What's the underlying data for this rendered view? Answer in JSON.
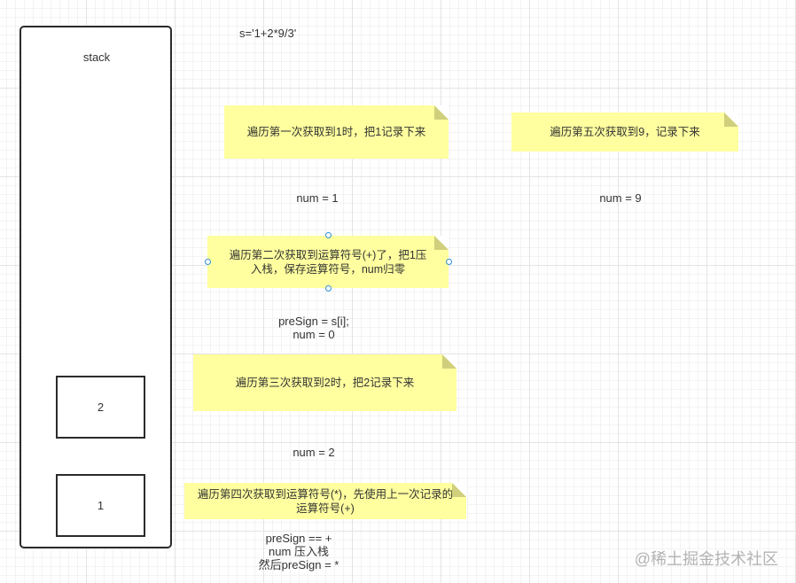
{
  "expression": "s='1+2*9/3'",
  "stack": {
    "title": "stack",
    "cells": [
      "2",
      "1"
    ]
  },
  "notes": [
    "遍历第一次获取到1时，把1记录下来",
    "遍历第五次获取到9，记录下来",
    "遍历第二次获取到运算符号(+)了，把1压入栈，保存运算符号，num归零",
    "遍历第三次获取到2时，把2记录下来",
    "遍历第四次获取到运算符号(*)，先使用上一次记录的运算符号(+)"
  ],
  "labels": {
    "num1": "num = 1",
    "num9": "num = 9",
    "presign_step": "preSign = s[i];\nnum = 0",
    "num2": "num = 2",
    "push_step": "preSign == +\nnum 压入栈\n然后preSign = *"
  },
  "watermark": "@稀土掘金技术社区"
}
